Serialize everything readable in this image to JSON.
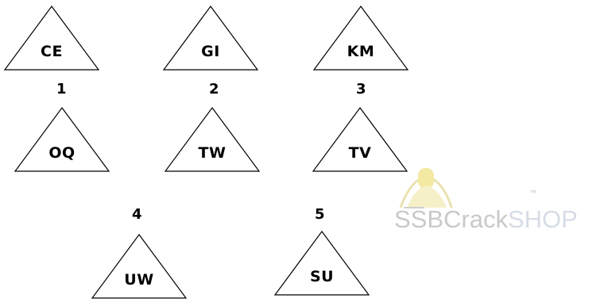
{
  "triangles": [
    {
      "label": "CE"
    },
    {
      "label": "GI"
    },
    {
      "label": "KM"
    },
    {
      "label": "OQ"
    },
    {
      "label": "TW"
    },
    {
      "label": "TV"
    },
    {
      "label": "UW"
    },
    {
      "label": "SU"
    }
  ],
  "options": [
    "1",
    "2",
    "3",
    "4",
    "5"
  ],
  "watermark": {
    "brand": "SSBCrack",
    "shop": "SHOP",
    "tm": "™"
  },
  "colors": {
    "stroke": "#000000",
    "watermark_gray": "#c9c9c9",
    "watermark_yellow": "#f3e9a2"
  }
}
